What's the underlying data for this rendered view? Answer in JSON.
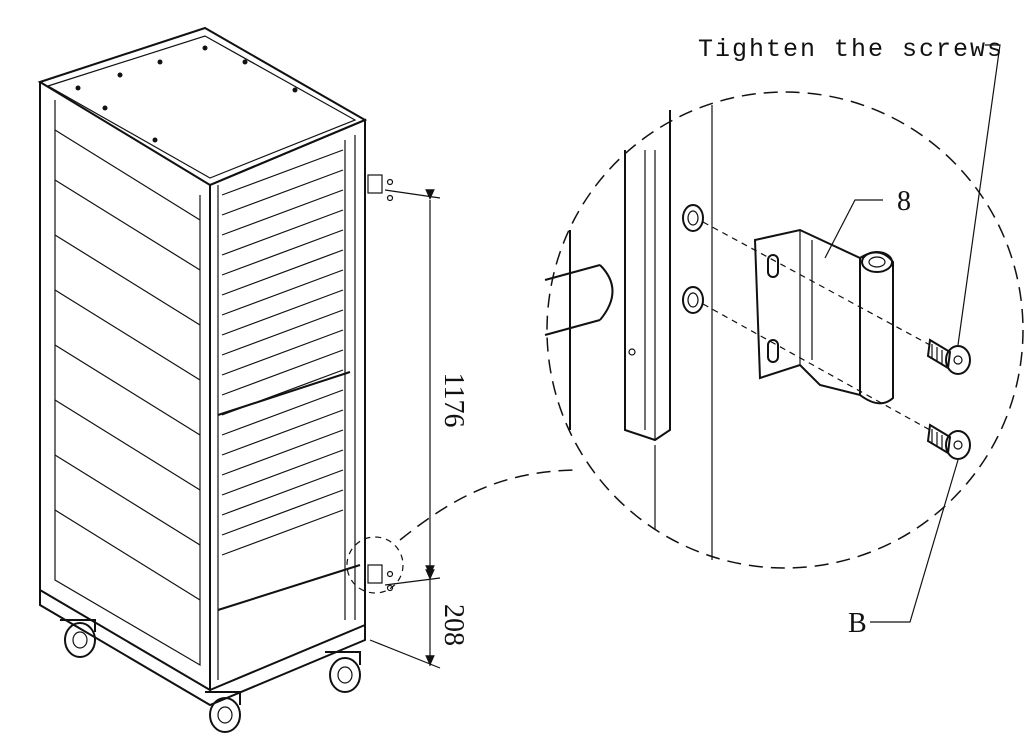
{
  "callouts": {
    "tighten_label": "Tighten the screws",
    "part_number": "8",
    "screw_label": "B"
  },
  "dimensions": {
    "height_upper": "1176",
    "height_lower": "208"
  }
}
